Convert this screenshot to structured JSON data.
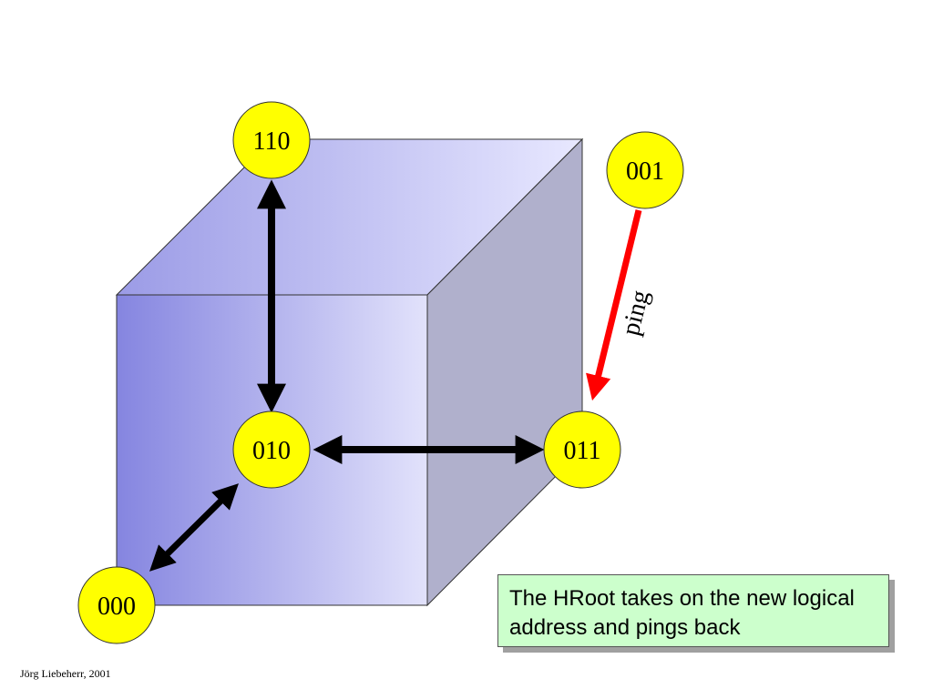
{
  "diagram": {
    "nodes": {
      "n110": "110",
      "n001": "001",
      "n010": "010",
      "n011": "011",
      "n000": "000"
    },
    "ping_label": "ping",
    "callout_text": "The HRoot takes on the new logical address and pings back",
    "footer": "Jörg Liebeherr, 2001",
    "colors": {
      "node_fill": "#ffff00",
      "ping_arrow": "#ff0000",
      "link_arrow": "#000000",
      "callout_fill": "#ccffcc",
      "cube_front_left": "#8585e0",
      "cube_front_right": "#e2e2fb",
      "cube_top_left": "#9b9be6",
      "cube_top_right": "#e8e8ff",
      "cube_side": "#b0b0cc"
    }
  }
}
